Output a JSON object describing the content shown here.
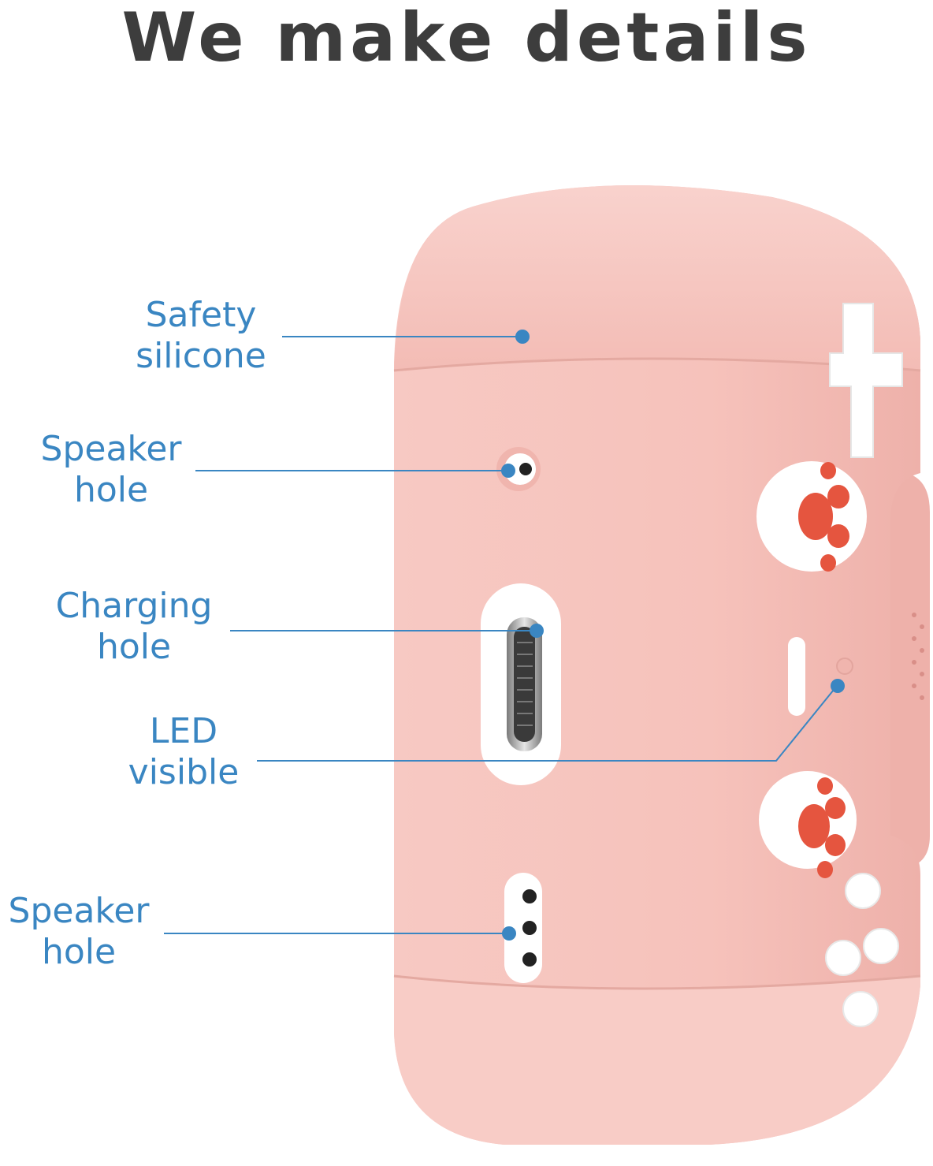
{
  "headline": "We make details",
  "callouts": [
    {
      "line1": "Safety",
      "line2": "silicone"
    },
    {
      "line1": "Speaker",
      "line2": "hole"
    },
    {
      "line1": "Charging",
      "line2": "hole"
    },
    {
      "line1": "LED",
      "line2": "visible"
    },
    {
      "line1": "Speaker",
      "line2": "hole"
    }
  ],
  "colors": {
    "title": "#3d3d3d",
    "callout_text": "#3a86c2",
    "callout_line": "#3a86c2",
    "case_pink": "#f6c4be",
    "paw_red": "#e5553f",
    "button_white": "#ffffff"
  }
}
